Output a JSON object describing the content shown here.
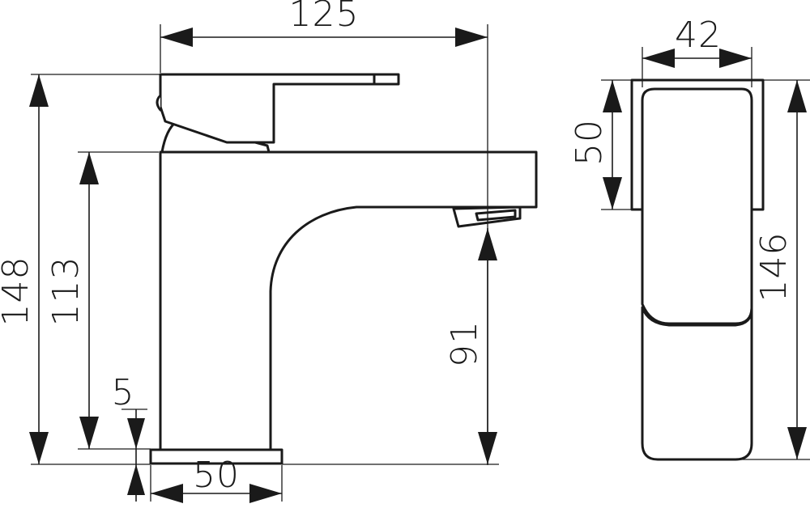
{
  "dimensions": {
    "total_length": "125",
    "total_height": "148",
    "body_height": "113",
    "base_thickness": "5",
    "spout_clearance": "91",
    "base_width": "50",
    "side_width": "42",
    "lever_height": "50",
    "side_height": "146"
  },
  "colors": {
    "line": "#1a1a1a",
    "background": "#ffffff"
  }
}
